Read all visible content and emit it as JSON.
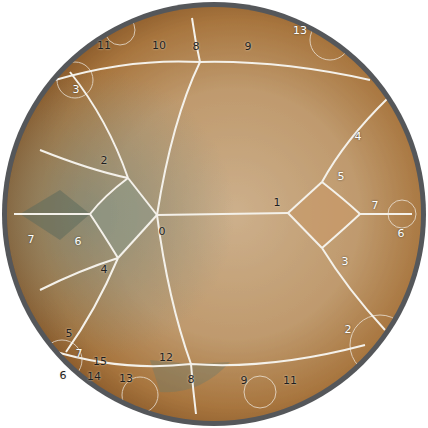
{
  "diagram": {
    "labels": [
      "11",
      "10",
      "8",
      "9",
      "13",
      "3",
      "4",
      "2",
      "5",
      "7",
      "6",
      "0",
      "1",
      "7",
      "6",
      "3",
      "4",
      "2",
      "5",
      "7",
      "6",
      "15",
      "14",
      "13",
      "12",
      "8",
      "9",
      "11"
    ]
  }
}
